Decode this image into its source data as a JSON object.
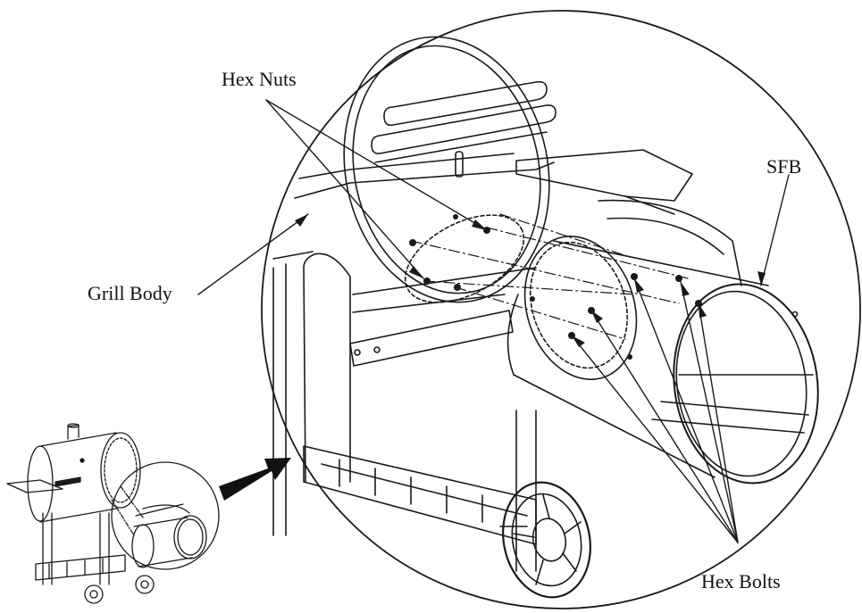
{
  "labels": {
    "hex_nuts": "Hex Nuts",
    "grill_body": "Grill Body",
    "sfb": "SFB",
    "hex_bolts": "Hex Bolts"
  },
  "colors": {
    "line": "#1a1a1a",
    "background": "#ffffff"
  }
}
